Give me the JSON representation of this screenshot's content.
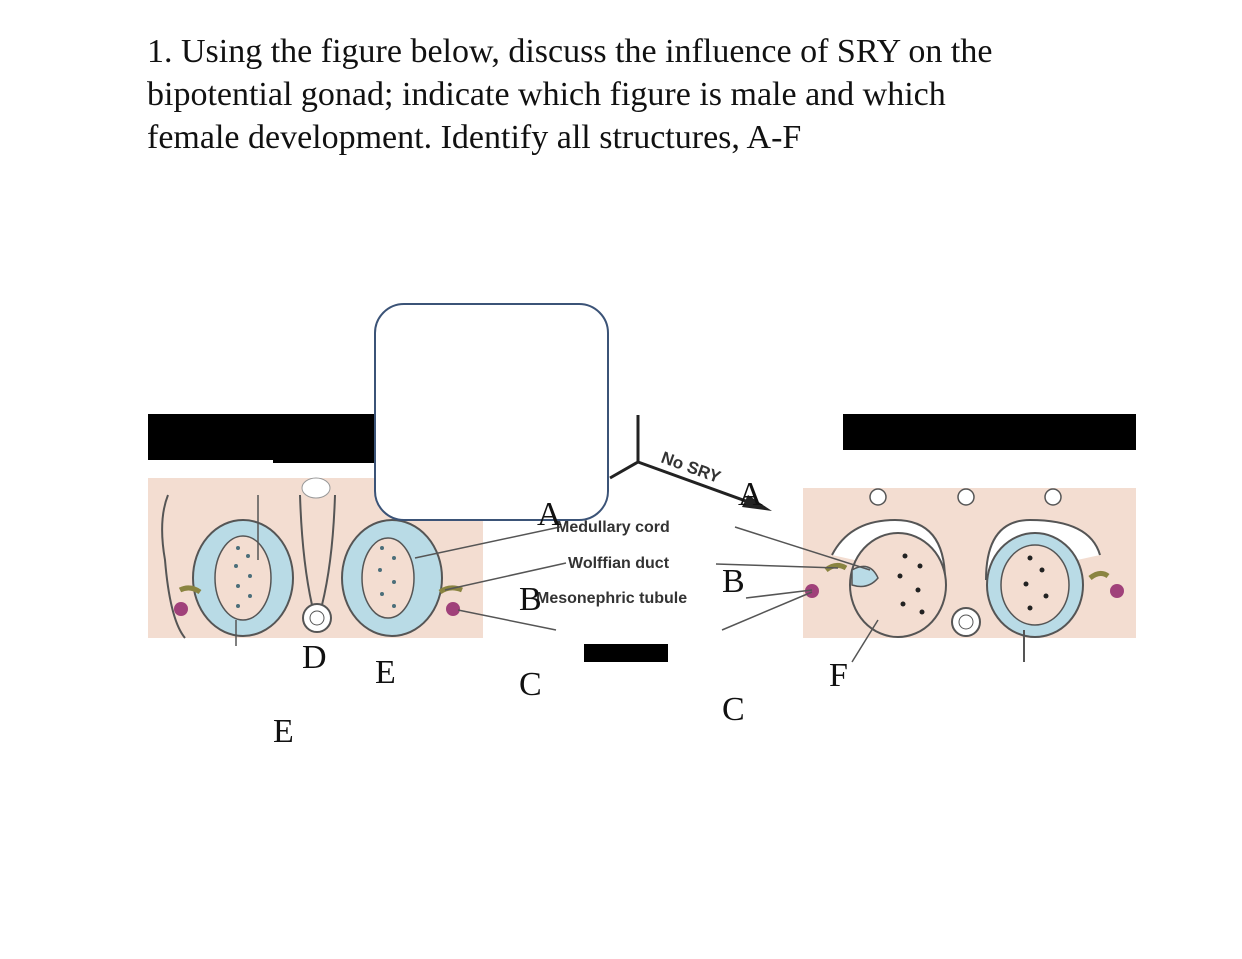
{
  "question": {
    "line1": "1. Using the figure below, discuss the influence of SRY on the",
    "line2": "bipotential gonad; indicate which figure is male and which",
    "line3": "female development. Identify all structures, A-F"
  },
  "diagram": {
    "branch_label": "No SRY",
    "labels": {
      "medullary_cord": "Medullary cord",
      "wolffian_duct": "Wolffian duct",
      "mesonephric_tubule": "Mesonephric tubule"
    },
    "colors": {
      "tissue": "#f3ddd1",
      "gonad_blue": "#b9dbe6",
      "outline": "#4a4a4a",
      "duct_olive": "#c9c27a",
      "dot_purple": "#a0417a",
      "redaction": "#000000",
      "box_border": "#3b5377"
    }
  },
  "letters": {
    "a1": "A",
    "a2": "A",
    "b1": "B",
    "b2": "B",
    "c1": "C",
    "c2": "C",
    "d1": "D",
    "e1": "E",
    "e2": "E",
    "f1": "F"
  }
}
